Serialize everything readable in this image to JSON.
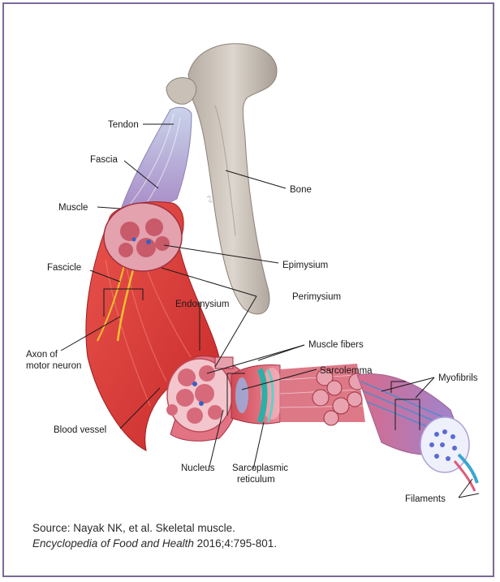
{
  "labels": {
    "tendon": "Tendon",
    "fascia": "Fascia",
    "muscle": "Muscle",
    "bone": "Bone",
    "fascicle": "Fascicle",
    "epimysium": "Epimysium",
    "perimysium": "Perimysium",
    "endomysium": "Endomysium",
    "axon_line1": "Axon of",
    "axon_line2": "motor neuron",
    "muscle_fibers": "Muscle fibers",
    "sarcolemma": "Sarcolemma",
    "myofibrils": "Myofibrils",
    "blood_vessel": "Blood vessel",
    "nucleus": "Nucleus",
    "sarco_line1": "Sarcoplasmic",
    "sarco_line2": "reticulum",
    "filaments": "Filaments"
  },
  "caption": {
    "line1": "Source: Nayak NK, et al. Skeletal muscle.",
    "line2_italic": "Encyclopedia of Food and Health",
    "line2_rest": " 2016;4:795-801."
  },
  "colors": {
    "frame": "#7a6a9a",
    "bone": "#cfc8c0",
    "muscle": "#d93a35",
    "fascia": "#b9a8d6",
    "fiber_pink": "#e8a0a8",
    "sarcoplasmic": "#2ab0a6",
    "filament_blue": "#3a8fd0"
  }
}
